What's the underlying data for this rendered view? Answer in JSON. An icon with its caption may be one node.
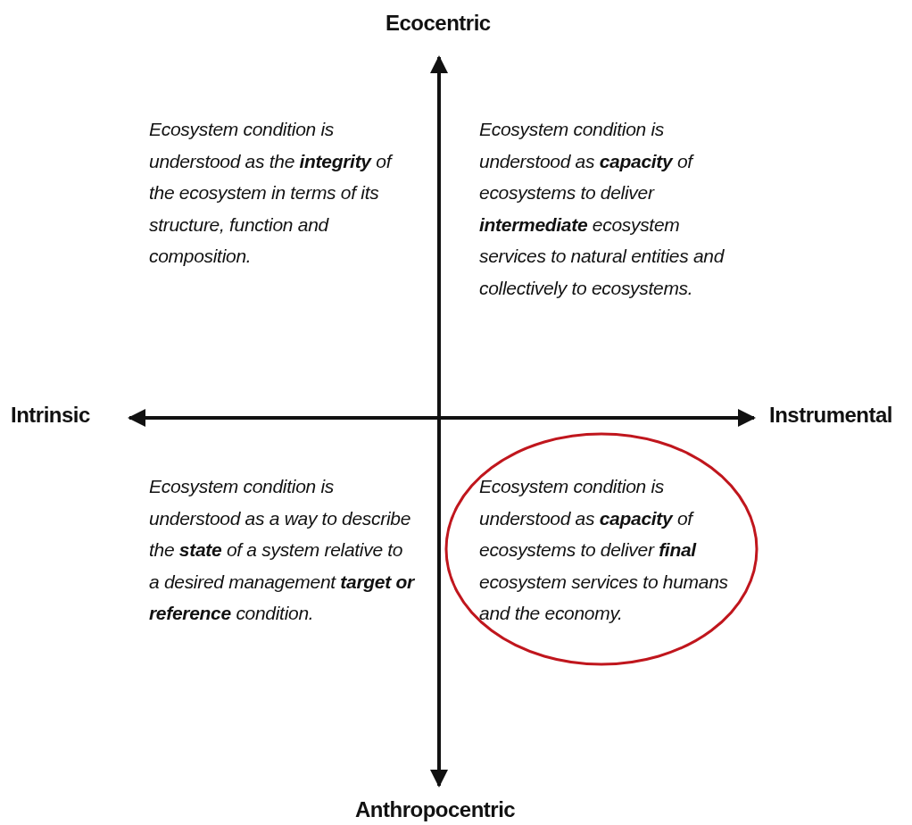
{
  "diagram": {
    "nodes": [
      {
        "text": [
          "Ecosystem condition is understood as **capacity** of ecosystems to deliver **final** ecosystem services to humans and the economy."
        ]
      }
    ],
    "edges": [],
    "labels": [
      "Ecocentric",
      "Ecosystem condition is understood as the **integrity** of the ecosystem in terms of its structure, function and composition.",
      "Ecosystem condition is understood as **capacity** of ecosystems to deliver **intermediate** ecosystem services to natural entities and collectively to ecosystems.",
      "Intrinsic",
      "Instrumental",
      "Ecosystem condition is understood as a way to describe the **state** of a system relative to a desired management **target or reference** condition.",
      "Anthropocentric"
    ]
  }
}
